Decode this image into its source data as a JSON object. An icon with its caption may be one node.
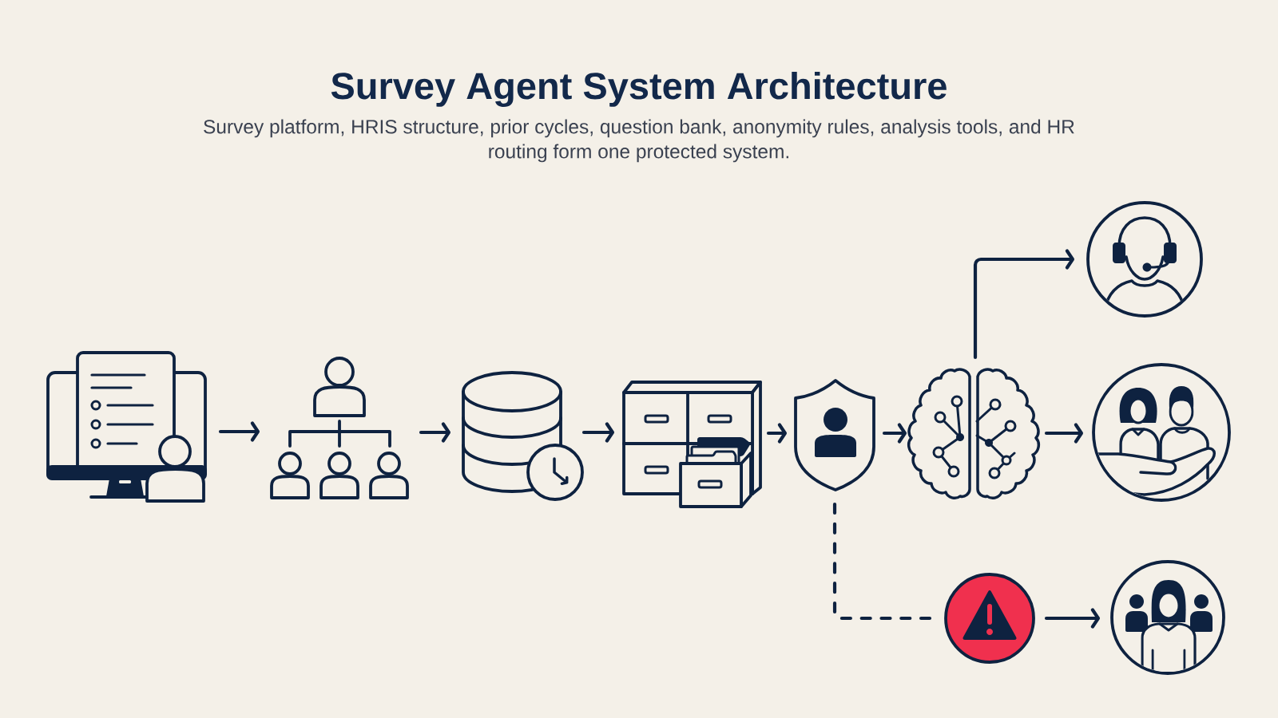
{
  "diagram": {
    "title": "Survey Agent System Architecture",
    "nodes": [
      {
        "text": [],
        "shape": "picture"
      },
      {
        "text": [],
        "shape": "picture"
      },
      {
        "text": [],
        "shape": "picture"
      },
      {
        "text": [],
        "shape": "picture"
      },
      {
        "text": [],
        "shape": "picture"
      },
      {
        "text": [],
        "shape": "picture"
      },
      {
        "text": [],
        "shape": "picture"
      },
      {
        "text": [],
        "shape": "picture"
      },
      {
        "text": [],
        "shape": "picture"
      },
      {
        "text": [],
        "shape": "picture"
      }
    ],
    "edges": [
      {
        "from": 0,
        "to": 1,
        "arrow": "to"
      },
      {
        "from": 1,
        "to": 2,
        "arrow": "to"
      },
      {
        "from": 2,
        "to": 3,
        "arrow": "to"
      },
      {
        "from": 3,
        "to": 4,
        "arrow": "to"
      },
      {
        "from": 4,
        "to": 5,
        "arrow": "to"
      },
      {
        "from": 5,
        "to": 6,
        "arrow": "to"
      },
      {
        "from": 5,
        "to": 7,
        "arrow": "to"
      },
      {
        "from": 4,
        "to": 8,
        "arrow": "none",
        "style": "dashed"
      },
      {
        "from": 8,
        "to": 9,
        "arrow": "to"
      }
    ],
    "labels": [
      "Survey platform, HRIS structure, prior cycles, question bank, anonymity rules, analysis tools, and HR routing form one protected system."
    ]
  }
}
